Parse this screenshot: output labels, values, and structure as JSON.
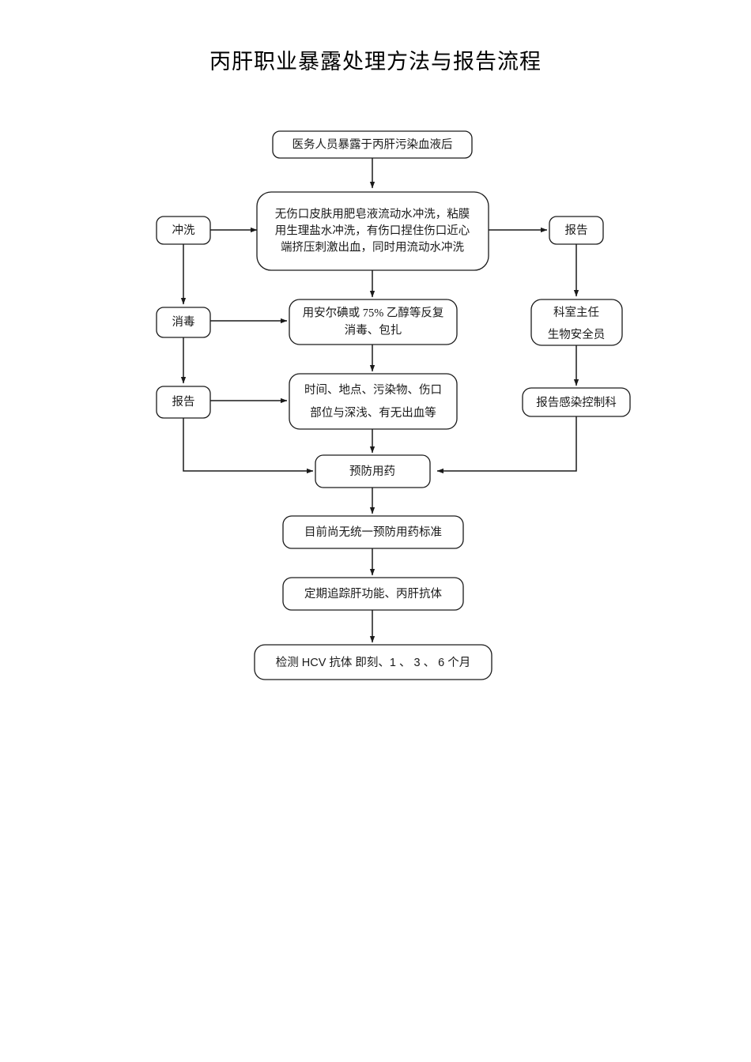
{
  "document": {
    "title": "丙肝职业暴露处理方法与报告流程",
    "page_background": "#ffffff",
    "line_color": "#1a1a1a",
    "text_color": "#1a1a1a"
  },
  "flowchart": {
    "type": "flowchart",
    "orientation": "top-to-bottom",
    "nodes": {
      "start": {
        "label": "医务人员暴露于丙肝污染血液后",
        "shape": "rounded-rectangle"
      },
      "wash_detail": {
        "line1": "无伤口皮肤用肥皂液流动水冲洗，粘膜",
        "line2": "用生理盐水冲洗，有伤口捏住伤口近心",
        "line3": "端挤压刺激出血，同时用流动水冲洗",
        "shape": "rounded-rectangle"
      },
      "left_rinse": {
        "label": "冲洗",
        "shape": "rounded-rectangle"
      },
      "left_disinfect": {
        "label": "消毒",
        "shape": "rounded-rectangle"
      },
      "left_report": {
        "label": "报告",
        "shape": "rounded-rectangle"
      },
      "disinfect_detail": {
        "line1": "用安尔碘或 75% 乙醇等反复",
        "line2": "消毒、包扎",
        "shape": "rounded-rectangle"
      },
      "record_detail": {
        "line1": "时间、地点、污染物、伤口",
        "line2": "部位与深浅、有无出血等",
        "shape": "rounded-rectangle"
      },
      "right_report": {
        "label": "报告",
        "shape": "rounded-rectangle"
      },
      "director": {
        "line1": "科室主任",
        "line2": "生物安全员",
        "shape": "rounded-rectangle"
      },
      "infection_control": {
        "label": "报告感染控制科",
        "shape": "rounded-rectangle"
      },
      "prophylaxis": {
        "label": "预防用药",
        "shape": "rounded-rectangle"
      },
      "no_standard": {
        "label": "目前尚无统一预防用药标准",
        "shape": "rounded-rectangle"
      },
      "followup": {
        "label": "定期追踪肝功能、丙肝抗体",
        "shape": "rounded-rectangle"
      },
      "hcv_test": {
        "label": "检测 HCV 抗体  即刻、1 、 3 、 6 个月",
        "shape": "rounded-rectangle"
      }
    },
    "edges": [
      {
        "from": "start",
        "to": "wash_detail",
        "style": "arrow-down"
      },
      {
        "from": "left_rinse",
        "to": "wash_detail",
        "style": "arrow-right"
      },
      {
        "from": "wash_detail",
        "to": "right_report",
        "style": "arrow-right"
      },
      {
        "from": "left_rinse",
        "to": "left_disinfect",
        "style": "arrow-down"
      },
      {
        "from": "left_disinfect",
        "to": "disinfect_detail",
        "style": "arrow-right"
      },
      {
        "from": "wash_detail",
        "to": "disinfect_detail",
        "style": "arrow-down"
      },
      {
        "from": "left_disinfect",
        "to": "left_report",
        "style": "arrow-down"
      },
      {
        "from": "left_report",
        "to": "record_detail",
        "style": "arrow-right"
      },
      {
        "from": "disinfect_detail",
        "to": "record_detail",
        "style": "arrow-down"
      },
      {
        "from": "record_detail",
        "to": "prophylaxis",
        "style": "arrow-down"
      },
      {
        "from": "left_report",
        "to": "prophylaxis",
        "style": "elbow-arrow-right"
      },
      {
        "from": "right_report",
        "to": "director",
        "style": "arrow-down"
      },
      {
        "from": "director",
        "to": "infection_control",
        "style": "arrow-down"
      },
      {
        "from": "infection_control",
        "to": "prophylaxis",
        "style": "elbow-arrow-left"
      },
      {
        "from": "prophylaxis",
        "to": "no_standard",
        "style": "arrow-down"
      },
      {
        "from": "no_standard",
        "to": "followup",
        "style": "arrow-down"
      },
      {
        "from": "followup",
        "to": "hcv_test",
        "style": "arrow-down"
      }
    ]
  }
}
